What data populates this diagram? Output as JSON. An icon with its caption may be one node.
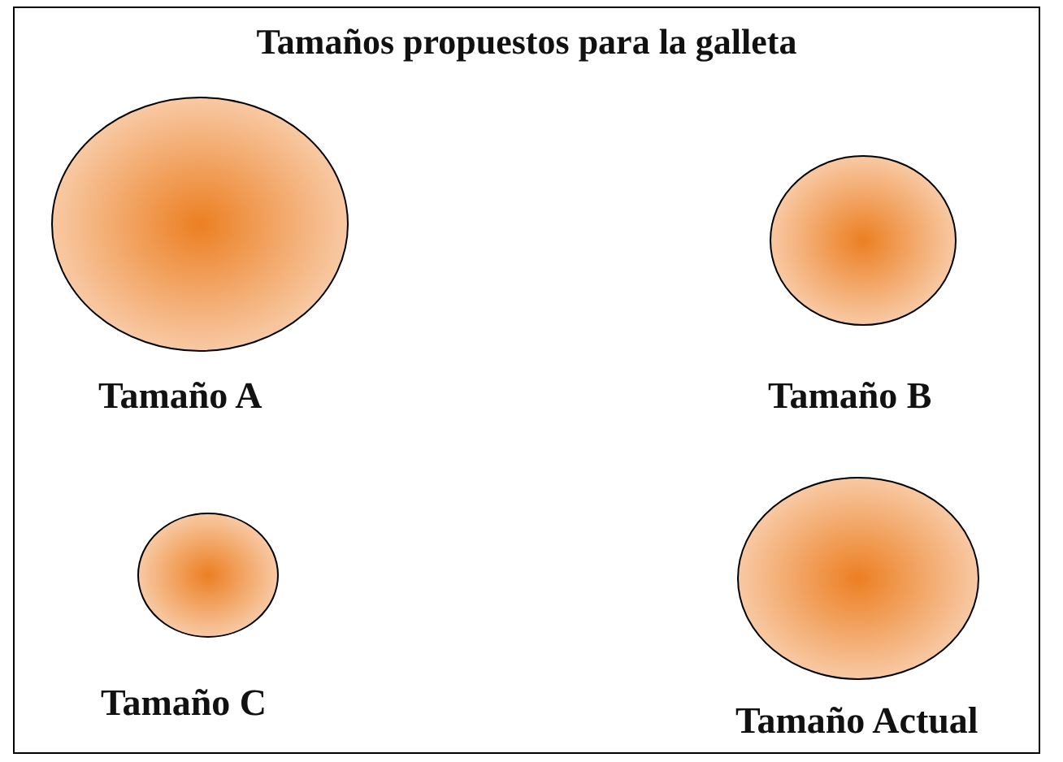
{
  "diagram": {
    "title": "Tamaños propuestos para la galleta",
    "nodes": [
      {
        "text": [
          "Tamaño A"
        ]
      },
      {
        "text": [
          "Tamaño B"
        ]
      },
      {
        "text": [
          "Tamaño C"
        ]
      },
      {
        "text": [
          "Tamaño Actual"
        ]
      }
    ]
  }
}
